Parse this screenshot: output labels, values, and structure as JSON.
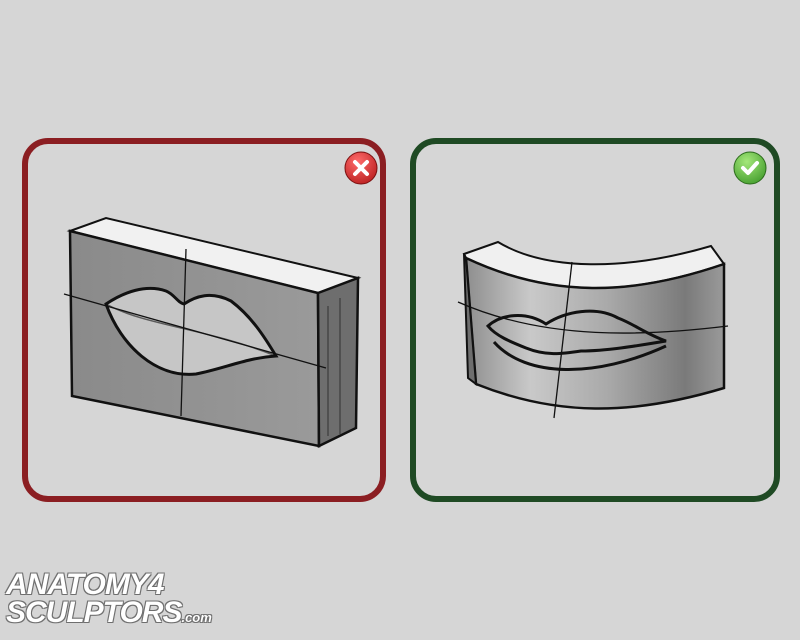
{
  "panels": [
    {
      "verdict": "incorrect",
      "frame_color": "#8b1e22",
      "badge_icon": "x-circle-icon",
      "badge_color": "#c62828"
    },
    {
      "verdict": "correct",
      "frame_color": "#1f4a24",
      "badge_icon": "check-circle-icon",
      "badge_color": "#4caf50"
    }
  ],
  "logo": {
    "line1": "ANATOMY4",
    "line2": "SCULPTORS",
    "suffix": ".com"
  },
  "colors": {
    "background": "#d6d6d6",
    "block_front": "#8c8c8c",
    "block_top": "#efefef",
    "block_side": "#6f6f6f",
    "outline": "#111111"
  }
}
